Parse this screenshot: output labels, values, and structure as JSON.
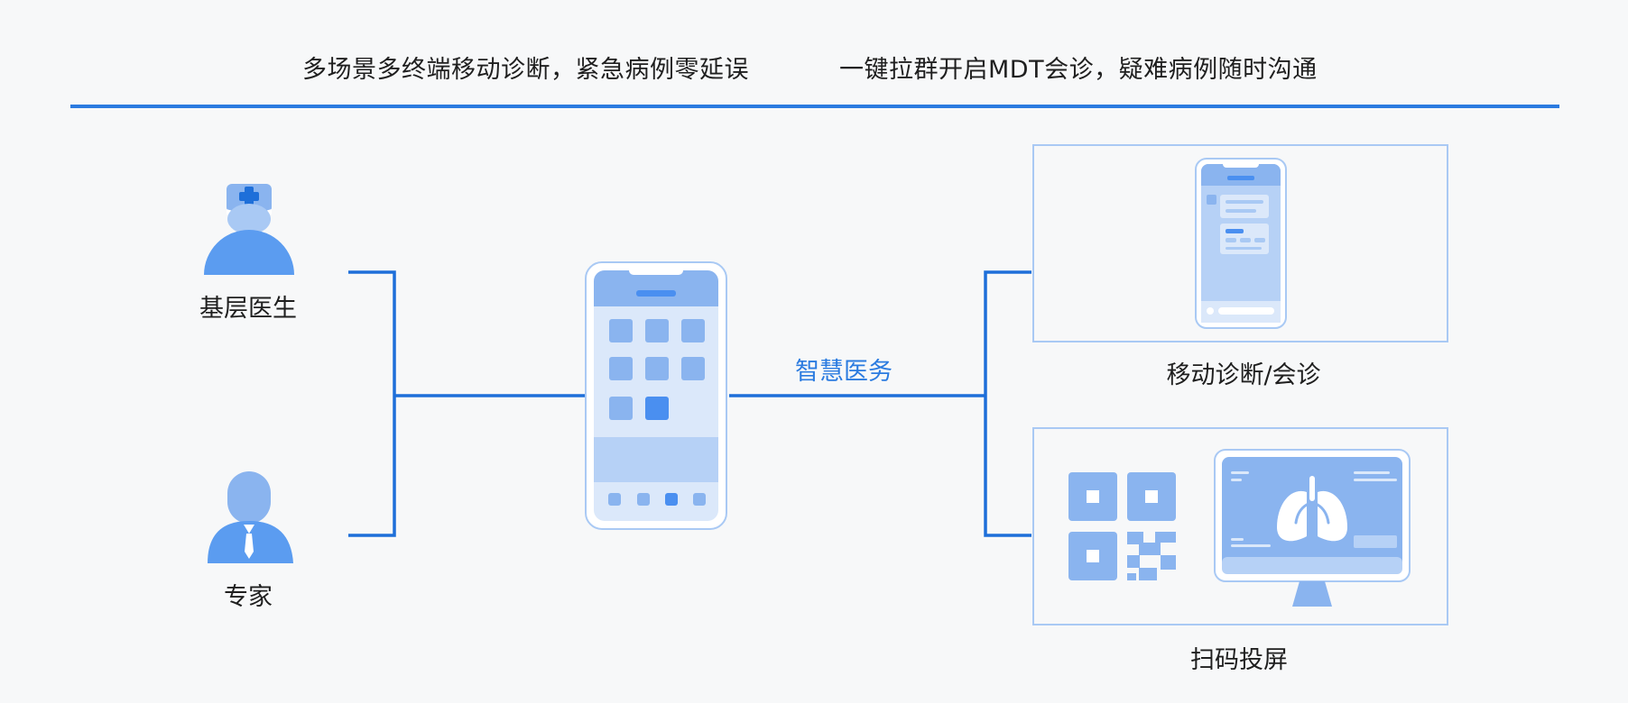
{
  "headlines": {
    "left": "多场景多终端移动诊断，紧急病例零延误",
    "right": "一键拉群开启MDT会诊，疑难病例随时沟通"
  },
  "actors": {
    "doctor": "基层医生",
    "expert": "专家"
  },
  "center_label": "智慧医务",
  "outputs": {
    "mobile": "移动诊断/会诊",
    "scan": "扫码投屏"
  },
  "colors": {
    "accent": "#2b7be0",
    "line": "#1e6fd9",
    "light_blue": "#8ab4ef",
    "mid_blue": "#5b9cf0",
    "pale_blue": "#dbe8fa"
  },
  "icons": [
    "doctor-avatar-icon",
    "expert-avatar-icon",
    "smartphone-icon",
    "chat-phone-icon",
    "qr-code-icon",
    "monitor-lungs-icon"
  ]
}
